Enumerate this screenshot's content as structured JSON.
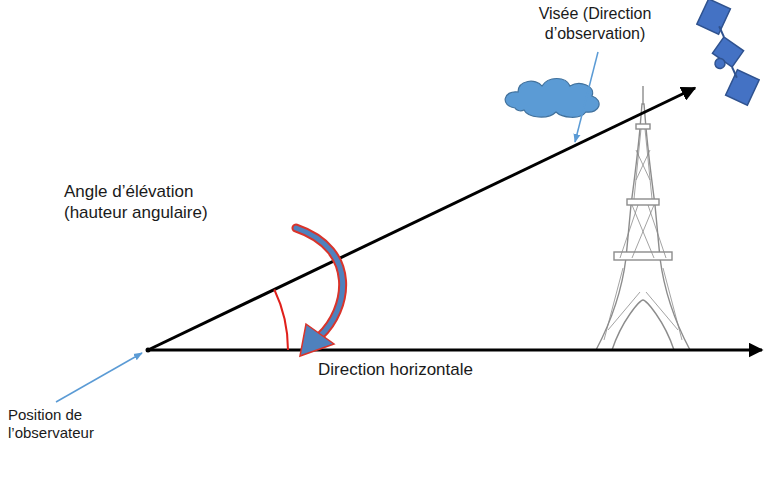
{
  "diagram": {
    "labels": [
      "Visée (Direction d’observation)",
      "Angle d’élévation (hauteur angulaire)",
      "Direction horizontale",
      "Position de l’observateur"
    ]
  }
}
